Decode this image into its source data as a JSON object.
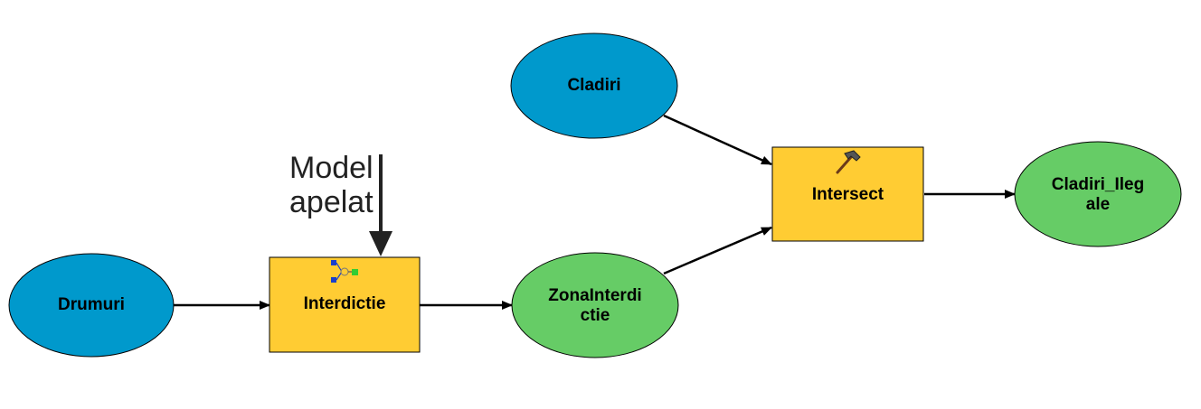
{
  "colors": {
    "input_data": "#0099CC",
    "derived_data": "#66CC66",
    "tool": "#FFCC33",
    "stroke": "#000000"
  },
  "nodes": {
    "drumuri": {
      "label": "Drumuri",
      "kind": "input-data"
    },
    "cladiri": {
      "label": "Cladiri",
      "kind": "input-data"
    },
    "interdictie": {
      "label": "Interdictie",
      "kind": "tool",
      "icon": "model-icon"
    },
    "zona": {
      "label": "ZonaInterdictie",
      "line1": "ZonaInterdi",
      "line2": "ctie",
      "kind": "derived-data"
    },
    "intersect": {
      "label": "Intersect",
      "kind": "tool",
      "icon": "hammer-icon"
    },
    "ilegale": {
      "label": "Cladiri_Ilegale",
      "line1": "Cladiri_Ileg",
      "line2": "ale",
      "kind": "derived-data"
    }
  },
  "annotation": {
    "line1": "Model",
    "line2": "apelat"
  }
}
